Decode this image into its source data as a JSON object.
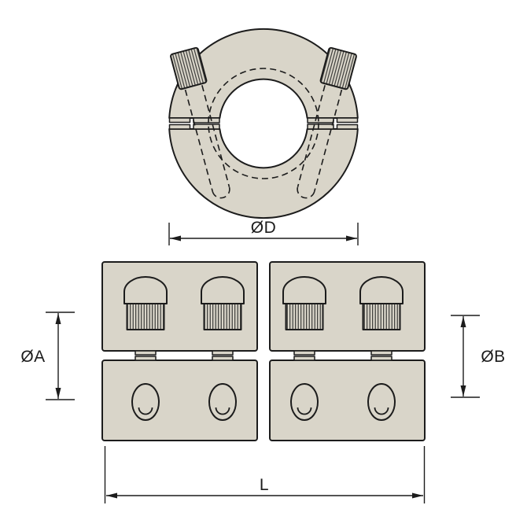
{
  "drawing": {
    "description": "Two-piece clamp-style rigid shaft coupling, front view (top) and side view (bottom)",
    "labels": {
      "outer_diameter": "ØD",
      "bore_a": "ØA",
      "bore_b": "ØB",
      "length": "L"
    },
    "colors": {
      "background": "#ffffff",
      "body_fill": "#d9d5c9",
      "line": "#1c1c1c"
    }
  }
}
